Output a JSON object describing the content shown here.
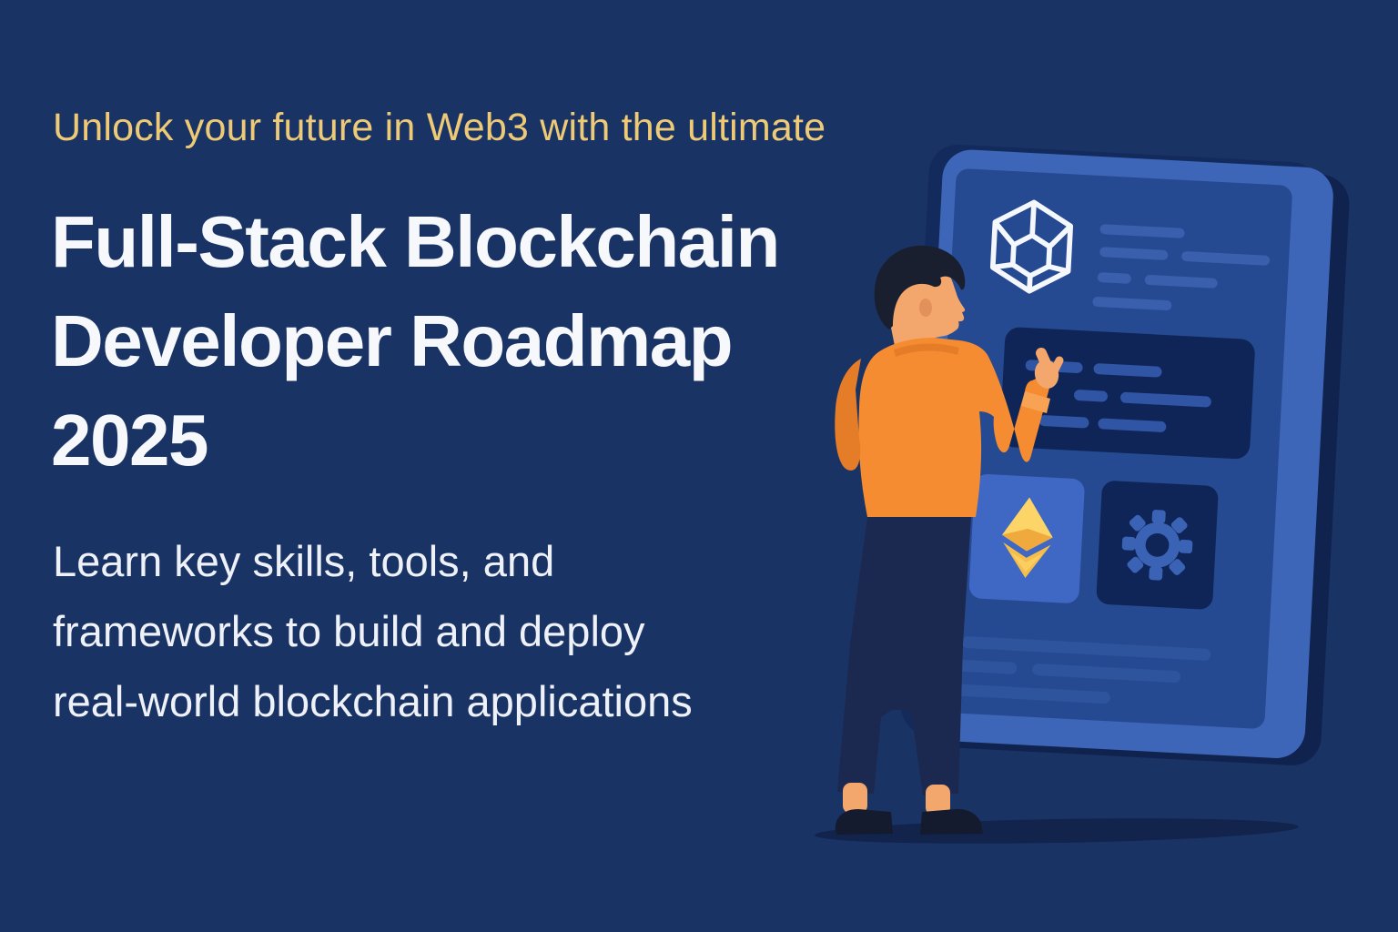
{
  "banner": {
    "eyebrow": "Unlock your future in Web3 with the ultimate",
    "title": "Full-Stack Blockchain\nDeveloper Roadmap\n2025",
    "description": "Learn key skills, tools, and\nframeworks to build and deploy\nreal-world blockchain applications"
  },
  "colors": {
    "background": "#1a3365",
    "eyebrow_text": "#eeca77",
    "heading_text": "#f6f8fb",
    "body_text": "#eef2f8",
    "tablet_bezel": "#132a5c",
    "tablet_rim_highlight": "#3e66b8",
    "tablet_side_shadow": "#10234f",
    "screen": "#264a91",
    "dark_card": "#0f2557",
    "light_card": "#3e68c4",
    "pill_top": "#3a60ad",
    "pill_card": "#2f55a4",
    "pill_bottom": "#2f549e",
    "ethereum_gold_light": "#fcd468",
    "ethereum_gold_dark": "#f0a93c",
    "gear_blue": "#3a62b5",
    "sweater_orange": "#f58c32",
    "sweater_shade": "#e57d28",
    "skin": "#f3a76c",
    "hair": "#191f2e",
    "pants": "#1b2950",
    "shoes": "#141b2e",
    "floor_shadow": "#12234c"
  },
  "illustration": {
    "icons": [
      {
        "name": "blockchain-hexagon-icon"
      },
      {
        "name": "ethereum-icon"
      },
      {
        "name": "gear-icon"
      }
    ],
    "figure": "person in orange sweater pointing at tablet screen"
  }
}
